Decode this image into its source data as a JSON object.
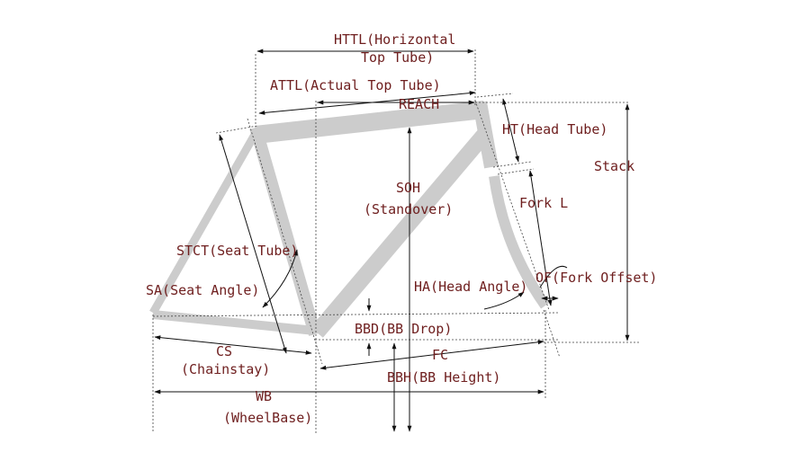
{
  "labels": {
    "httl_line1": "HTTL(Horizontal",
    "httl_line2": "Top Tube)",
    "attl": "ATTL(Actual Top Tube)",
    "reach": "REACH",
    "ht": "HT(Head Tube)",
    "stack": "Stack",
    "soh_line1": "SOH",
    "soh_line2": "(Standover)",
    "fork_l": "Fork L",
    "stct": "STCT(Seat Tube)",
    "sa": "SA(Seat Angle)",
    "ha": "HA(Head Angle)",
    "of": "OF(Fork Offset)",
    "bbd": "BBD(BB Drop)",
    "cs_line1": "CS",
    "cs_line2": "(Chainstay)",
    "fc": "FC",
    "bbh": "BBH(BB Height)",
    "wb_line1": "WB",
    "wb_line2": "(WheelBase)"
  },
  "colors": {
    "label_text": "#6e1e1e",
    "frame": "#cccccc",
    "dimension_line": "#111111"
  }
}
